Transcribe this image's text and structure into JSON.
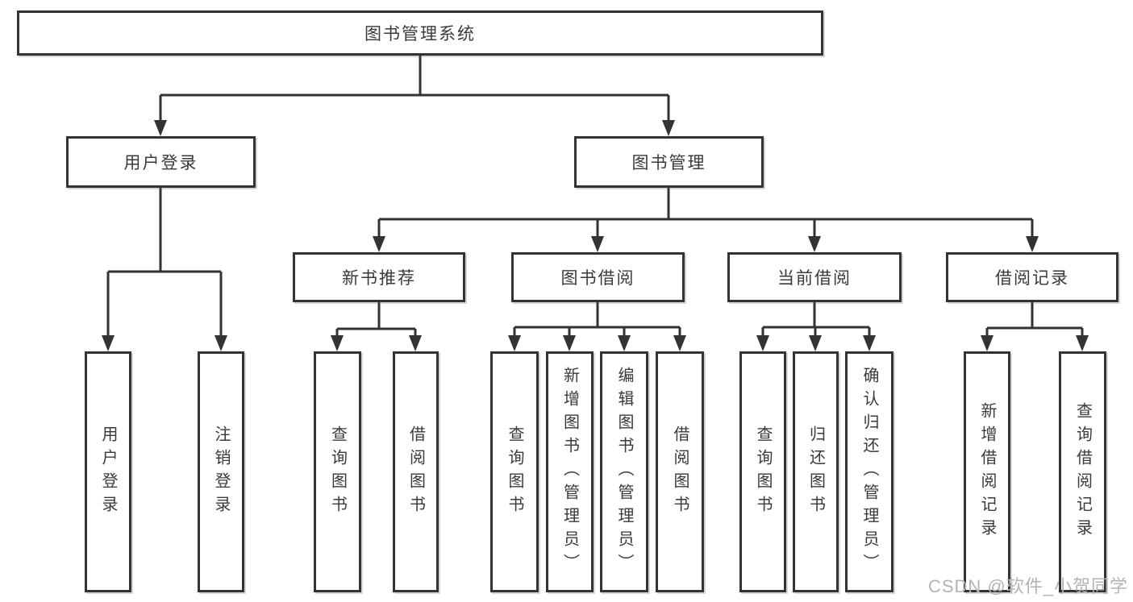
{
  "tree": {
    "root": "图书管理系统",
    "children": [
      {
        "label": "用户登录",
        "children": [
          "用户登录",
          "注销登录"
        ]
      },
      {
        "label": "图书管理",
        "children": [
          {
            "label": "新书推荐",
            "children": [
              "查询图书",
              "借阅图书"
            ]
          },
          {
            "label": "图书借阅",
            "children": [
              "查询图书",
              "新增图书（管理员）",
              "编辑图书（管理员）",
              "借阅图书"
            ]
          },
          {
            "label": "当前借阅",
            "children": [
              "查询图书",
              "归还图书",
              "确认归还（管理员）"
            ]
          },
          {
            "label": "借阅记录",
            "children": [
              "新增借阅记录",
              "查询借阅记录"
            ]
          }
        ]
      }
    ]
  },
  "watermark": "CSDN @软件_小贺同学",
  "colors": {
    "line": "#333333",
    "box_border": "#333333",
    "text": "#3a3a3a",
    "watermark": "#b3b3b3",
    "background": "#ffffff"
  }
}
